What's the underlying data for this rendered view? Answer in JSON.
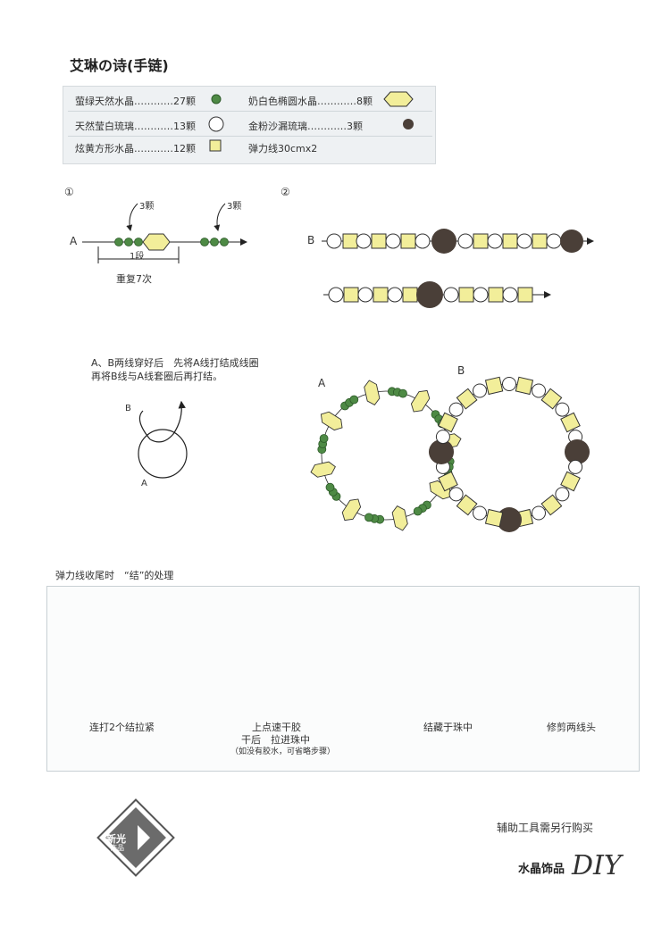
{
  "title": "艾琳の诗(手链)",
  "materials": [
    {
      "label": "萤绿天然水晶…………27颗",
      "icon": "green-round-bead-icon"
    },
    {
      "label": "奶白色椭圆水晶…………8颗",
      "icon": "yellow-oval-crystal-icon"
    },
    {
      "label": "天然莹白琉璃…………13颗",
      "icon": "white-glass-bead-icon"
    },
    {
      "label": "金粉沙漏琉璃…………3颗",
      "icon": "brown-hourglass-bead-icon"
    },
    {
      "label": "炫黄方形水晶…………12颗",
      "icon": "yellow-square-crystal-icon"
    },
    {
      "label": "弹力线30cmx2",
      "icon": ""
    }
  ],
  "step1": {
    "number": "①",
    "line_label": "A",
    "count_left": "3颗",
    "count_right": "3颗",
    "segment": "1段",
    "repeat": "重复7次"
  },
  "step2": {
    "number": "②",
    "line_label": "B"
  },
  "step3": {
    "note_line1": "A、B两线穿好后　先将A线打结成线圈",
    "note_line2": "再将B线与A线套圈后再打结。",
    "label_b": "B",
    "label_a": "A",
    "ring_label_a": "A",
    "ring_label_b": "B"
  },
  "knot": {
    "title": "弹力线收尾时　“结”的处理",
    "captions": [
      "连打2个结拉紧",
      "上点速干胶",
      "干后　拉进珠中",
      "（如没有胶水，可省略步骤）",
      "结藏于珠中",
      "修剪两线头"
    ]
  },
  "logo": {
    "line1": "新光",
    "line2": "饰品"
  },
  "footer": {
    "note": "辅助工具需另行购买",
    "brand": "水晶饰品",
    "brand_script": "DIY"
  },
  "colors": {
    "green": "#4e8a45",
    "yellow": "#f2ee9a",
    "brown": "#4a3f38",
    "pink": "#f4b8cc"
  }
}
